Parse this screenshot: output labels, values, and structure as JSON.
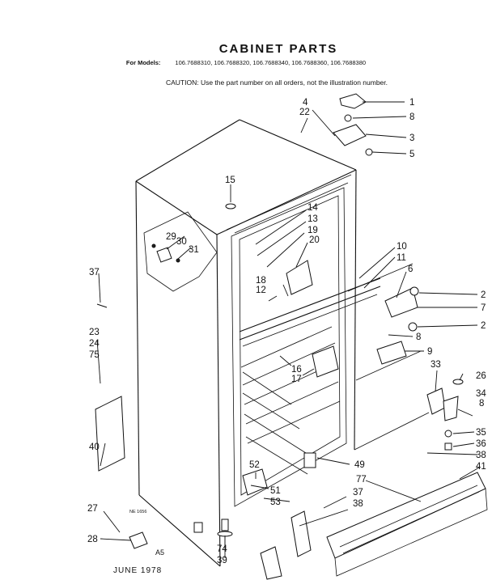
{
  "header": {
    "title": "CABINET PARTS",
    "models_label": "For Models:",
    "models": "106.7688310, 106.7688320, 106.7688340, 106.7688360, 106.7688380",
    "caution": "CAUTION: Use the part number on all orders, not the illustration number."
  },
  "callouts": [
    "1",
    "8",
    "3",
    "5",
    "4",
    "22",
    "15",
    "14",
    "13",
    "19",
    "20",
    "29",
    "30",
    "31",
    "37",
    "10",
    "11",
    "6",
    "2",
    "7",
    "2",
    "8",
    "9",
    "18",
    "12",
    "16",
    "17",
    "23",
    "24",
    "75",
    "33",
    "26",
    "34",
    "8",
    "35",
    "36",
    "38",
    "41",
    "40",
    "52",
    "49",
    "77",
    "51",
    "53",
    "37",
    "38",
    "27",
    "28",
    "74",
    "39"
  ],
  "footer": {
    "drawing_code": "NE 1656",
    "sheet_code": "A5",
    "date": "JUNE 1978"
  },
  "colors": {
    "ink": "#111111",
    "paper": "#ffffff"
  }
}
